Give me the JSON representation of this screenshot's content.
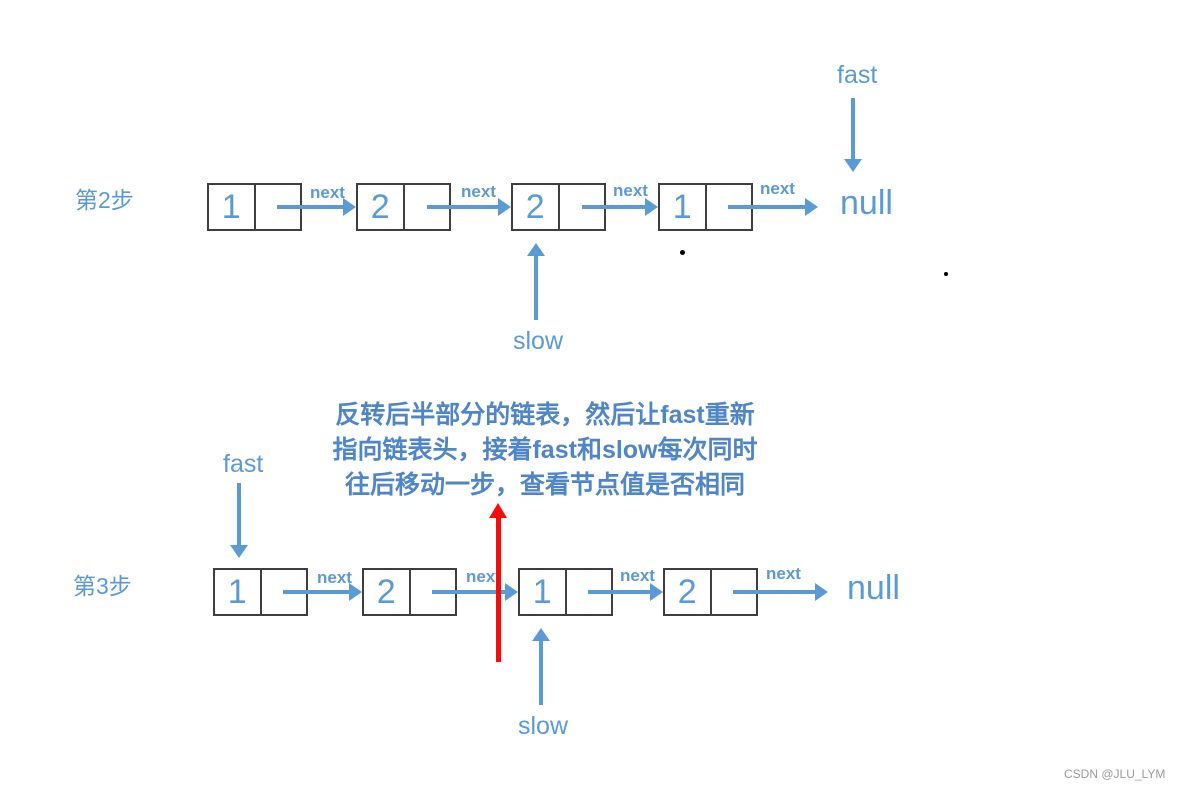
{
  "labels": {
    "next": "next",
    "null": "null",
    "fast": "fast",
    "slow": "slow"
  },
  "step2": {
    "title": "第2步",
    "nodes": [
      "1",
      "2",
      "2",
      "1"
    ]
  },
  "step3": {
    "title": "第3步",
    "nodes": [
      "1",
      "2",
      "1",
      "2"
    ]
  },
  "annotation": {
    "lines": [
      "反转后半部分的链表，然后让fast重新",
      "指向链表头，接着fast和slow每次同时",
      "往后移动一步，查看节点值是否相同"
    ]
  },
  "watermark": "CSDN @JLU_LYM",
  "colors": {
    "blue": "#5B9BD5",
    "annotation_blue": "#4f86c7",
    "red": "#fa0b0b",
    "node_border": "#3f3f3f",
    "watermark_gray": "#9b9b9b"
  }
}
